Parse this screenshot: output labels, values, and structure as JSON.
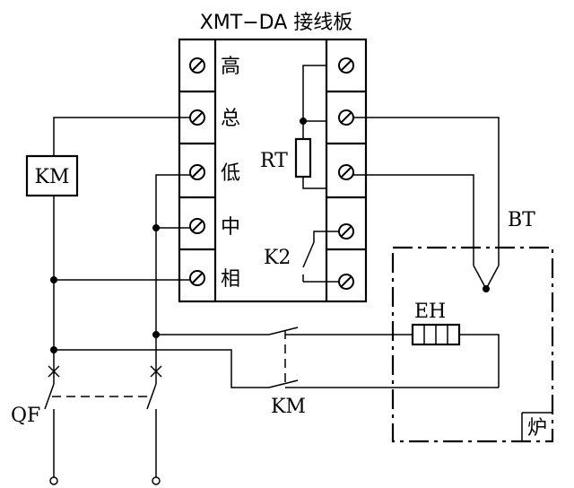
{
  "board": {
    "title": "XMT−DA 接线板",
    "left_terminals": [
      "高",
      "总",
      "低",
      "中",
      "相"
    ]
  },
  "components": {
    "rt_label": "RT",
    "k2_label": "K2",
    "km_box_label": "KM",
    "km_contact_label": "KM",
    "bt_label": "BT",
    "eh_label": "EH",
    "qf_label": "QF",
    "furnace_label": "炉"
  }
}
